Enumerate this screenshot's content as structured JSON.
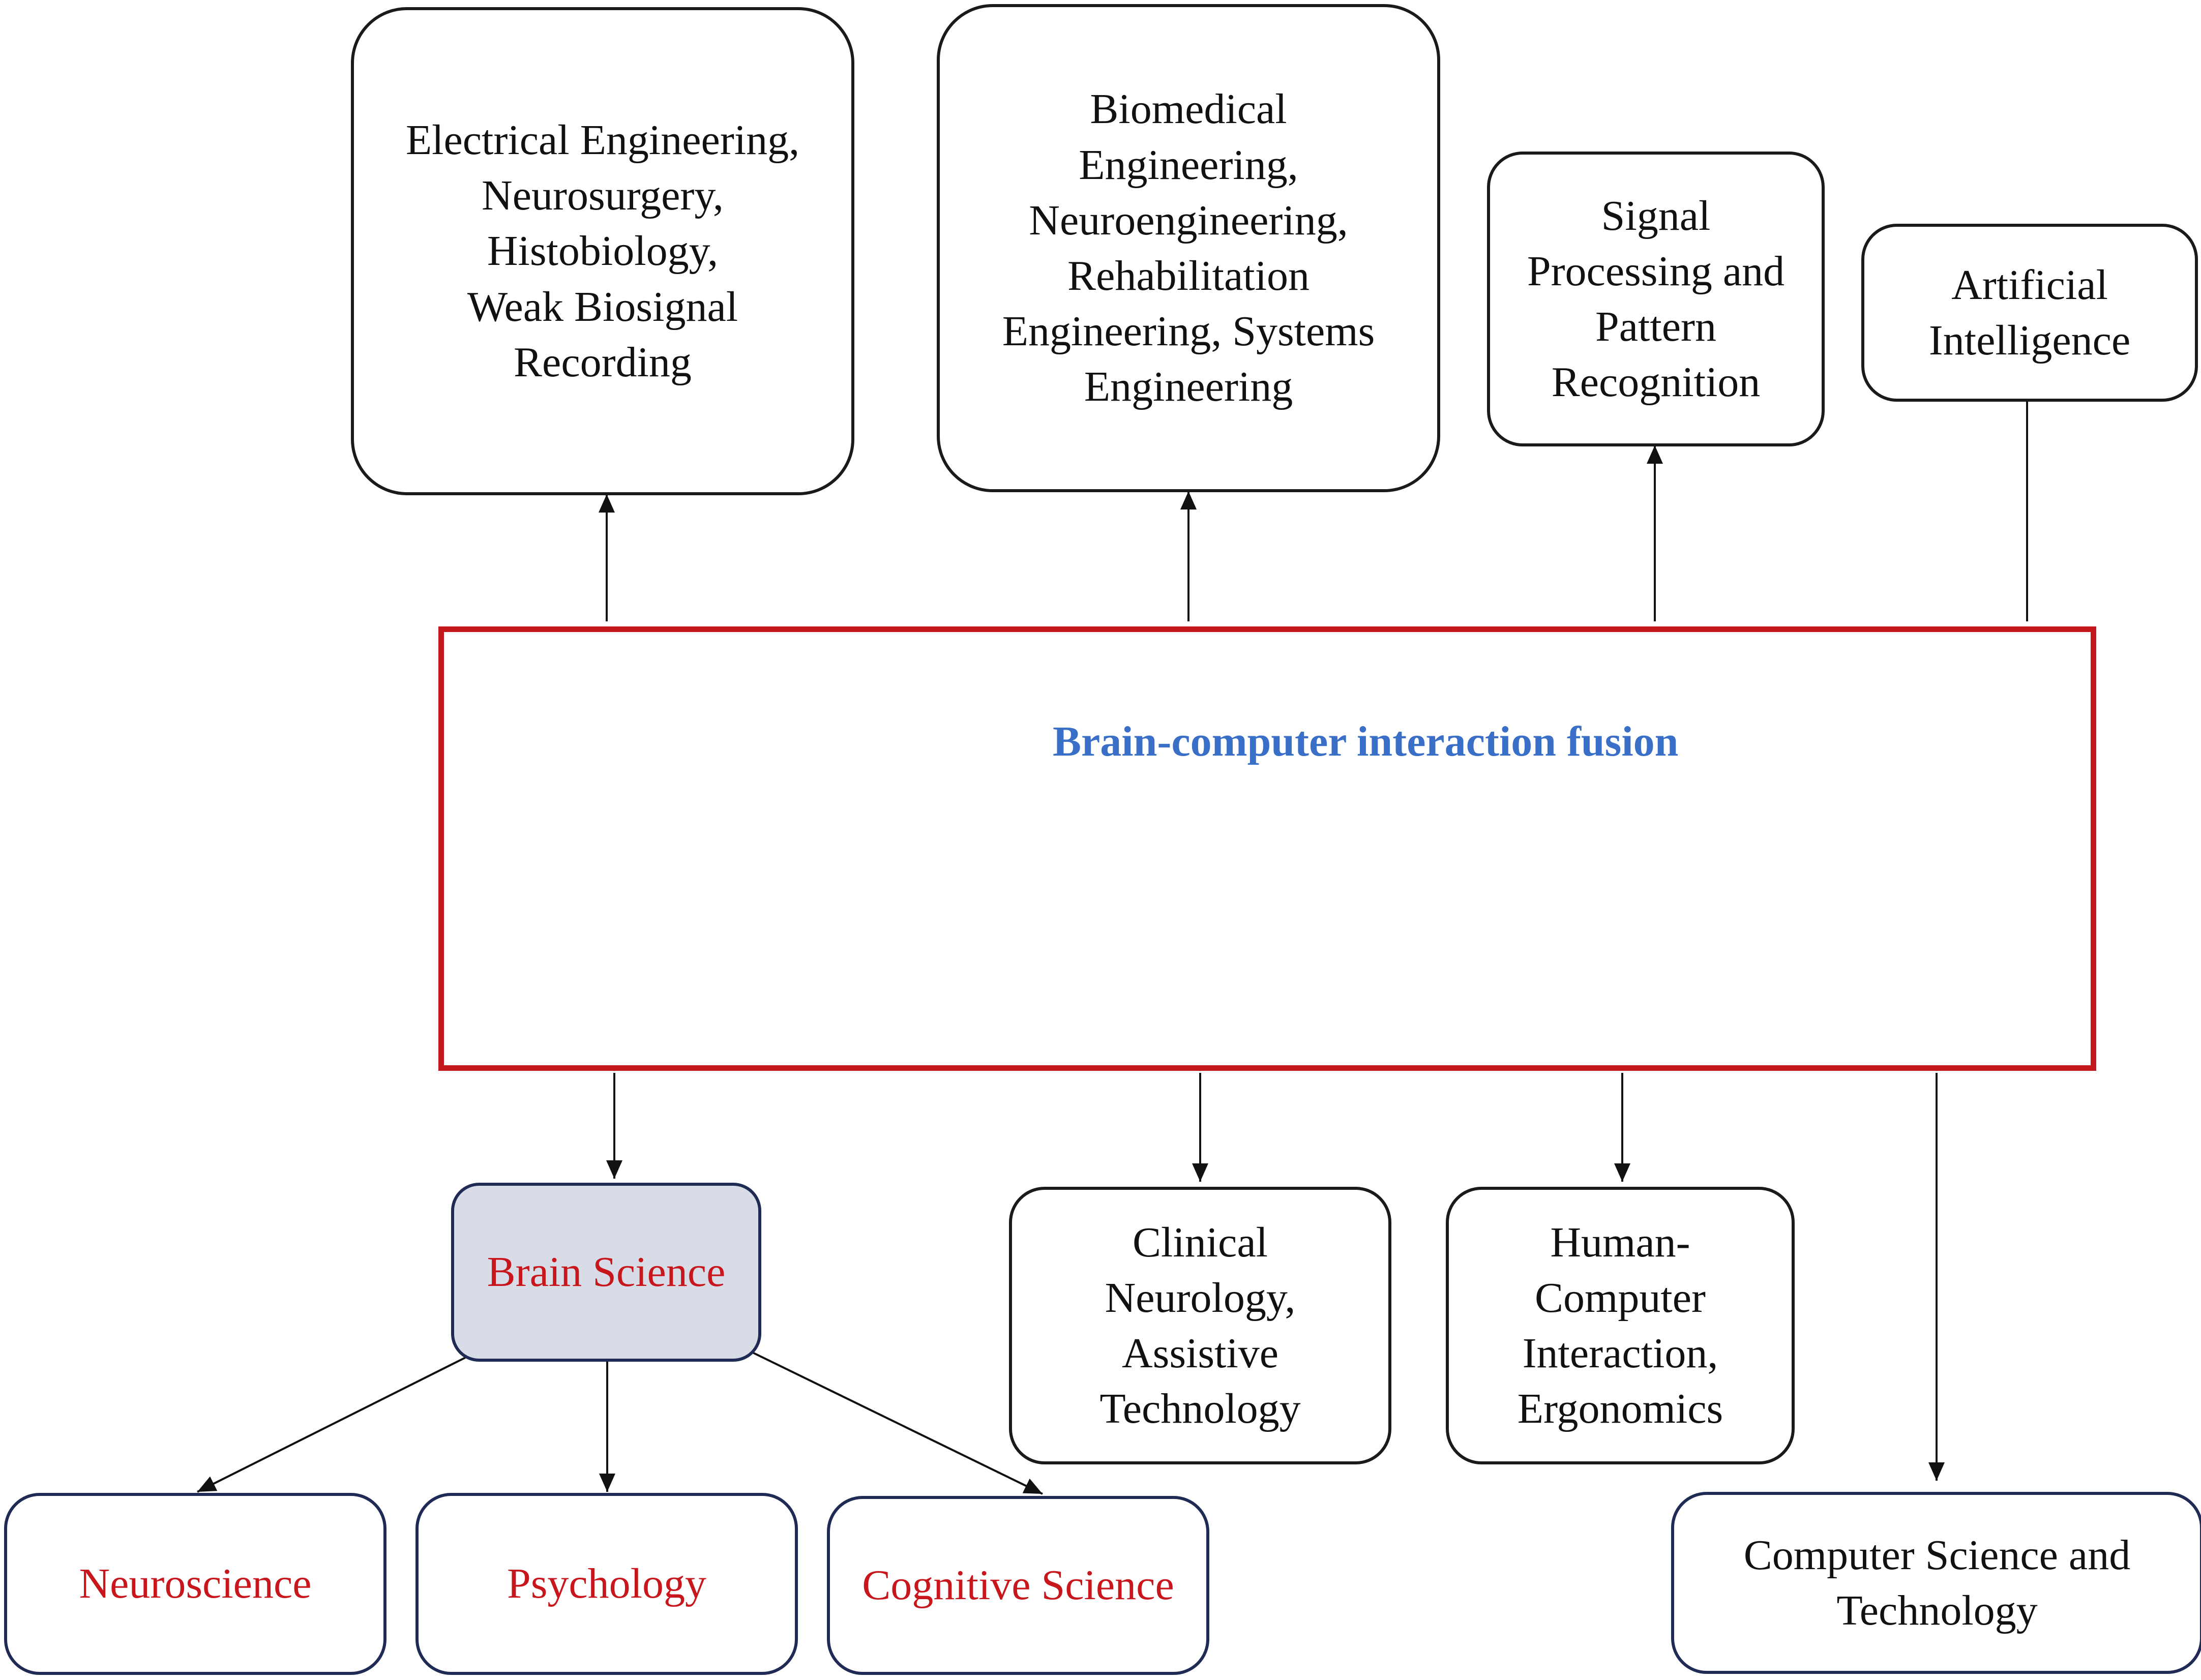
{
  "top_boxes": [
    {
      "text": "Electrical Engineering,\nNeurosurgery,\nHistobiology,\nWeak Biosignal\nRecording"
    },
    {
      "text": "Biomedical\nEngineering,\nNeuroengineering,\nRehabilitation\nEngineering, Systems\nEngineering"
    },
    {
      "text": "Signal\nProcessing and\nPattern\nRecognition"
    },
    {
      "text": "Artificial\nIntelligence"
    }
  ],
  "center": {
    "label": "Brain-computer interaction fusion",
    "label_color": "#3a6fc8",
    "border_color": "#c3171e",
    "arrow_color": "#1b75c8"
  },
  "bottom_boxes": [
    {
      "text": "Brain Science"
    },
    {
      "text": "Clinical\nNeurology,\nAssistive\nTechnology"
    },
    {
      "text": "Human-\nComputer\nInteraction,\nErgonomics"
    },
    {
      "text": "Computer Science and\nTechnology"
    }
  ],
  "brain_science_children": [
    {
      "text": "Neuroscience"
    },
    {
      "text": "Psychology"
    },
    {
      "text": "Cognitive Science"
    }
  ],
  "colors": {
    "red_text": "#c8161d",
    "brain_science_fill": "#d8dce6",
    "navy_border": "#1f2a55"
  }
}
